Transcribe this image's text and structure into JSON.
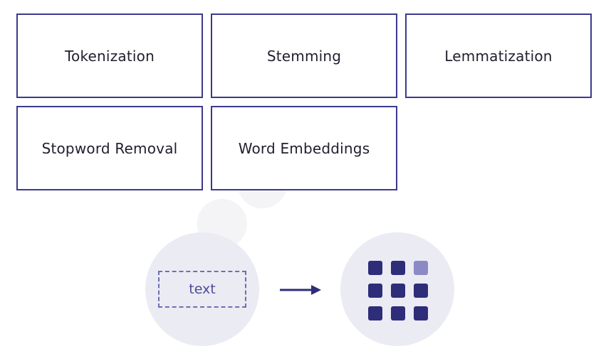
{
  "boxes": {
    "tokenization": "Tokenization",
    "stemming": "Stemming",
    "lemmatization": "Lemmatization",
    "stopword_removal": "Stopword Removal",
    "word_embeddings": "Word Embeddings"
  },
  "illustration": {
    "input_label": "text"
  },
  "colors": {
    "border": "#3b3a8c",
    "grid_dark": "#2e2d7a",
    "grid_light": "#8b8ac4",
    "circle_bg": "#ebebf3"
  }
}
